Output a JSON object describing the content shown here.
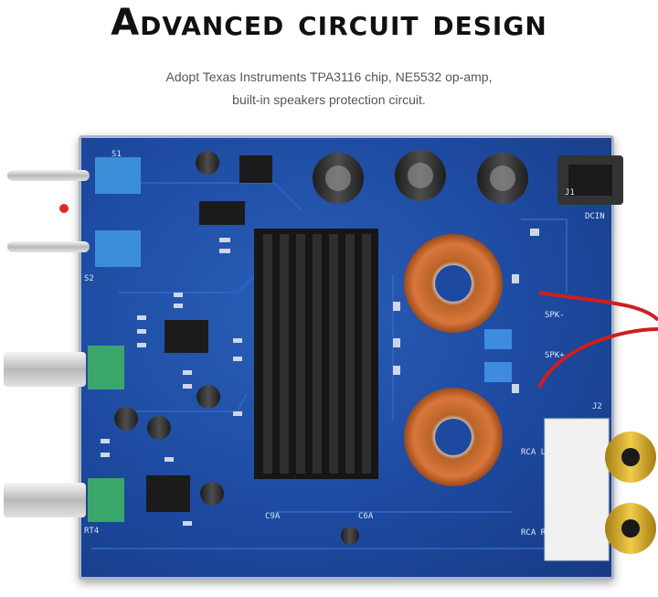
{
  "headline": "Advanced circuit design",
  "subtitle_line1": "Adopt Texas Instruments TPA3116 chip, NE5532 op-amp,",
  "subtitle_line2": "built-in speakers protection circuit.",
  "silkscreen": {
    "dcin": "DCIN",
    "spk_minus": "SPK-",
    "spk_plus": "SPK+",
    "rca_l": "RCA L",
    "rca_r": "RCA R",
    "j1": "J1",
    "j2": "J2",
    "s1": "S1",
    "s2": "S2",
    "c9a": "C9A",
    "c6a": "C6A",
    "rt4": "RT4"
  },
  "colors": {
    "board_blue": "#1d4aa0",
    "heatsink": "#1a1a1a",
    "copper": "#c8642c",
    "capacitor": "#2f2f2f",
    "switch_blue": "#3b8fd8",
    "pot_green": "#3aa66a",
    "rca_gold": "#d4a81a"
  }
}
